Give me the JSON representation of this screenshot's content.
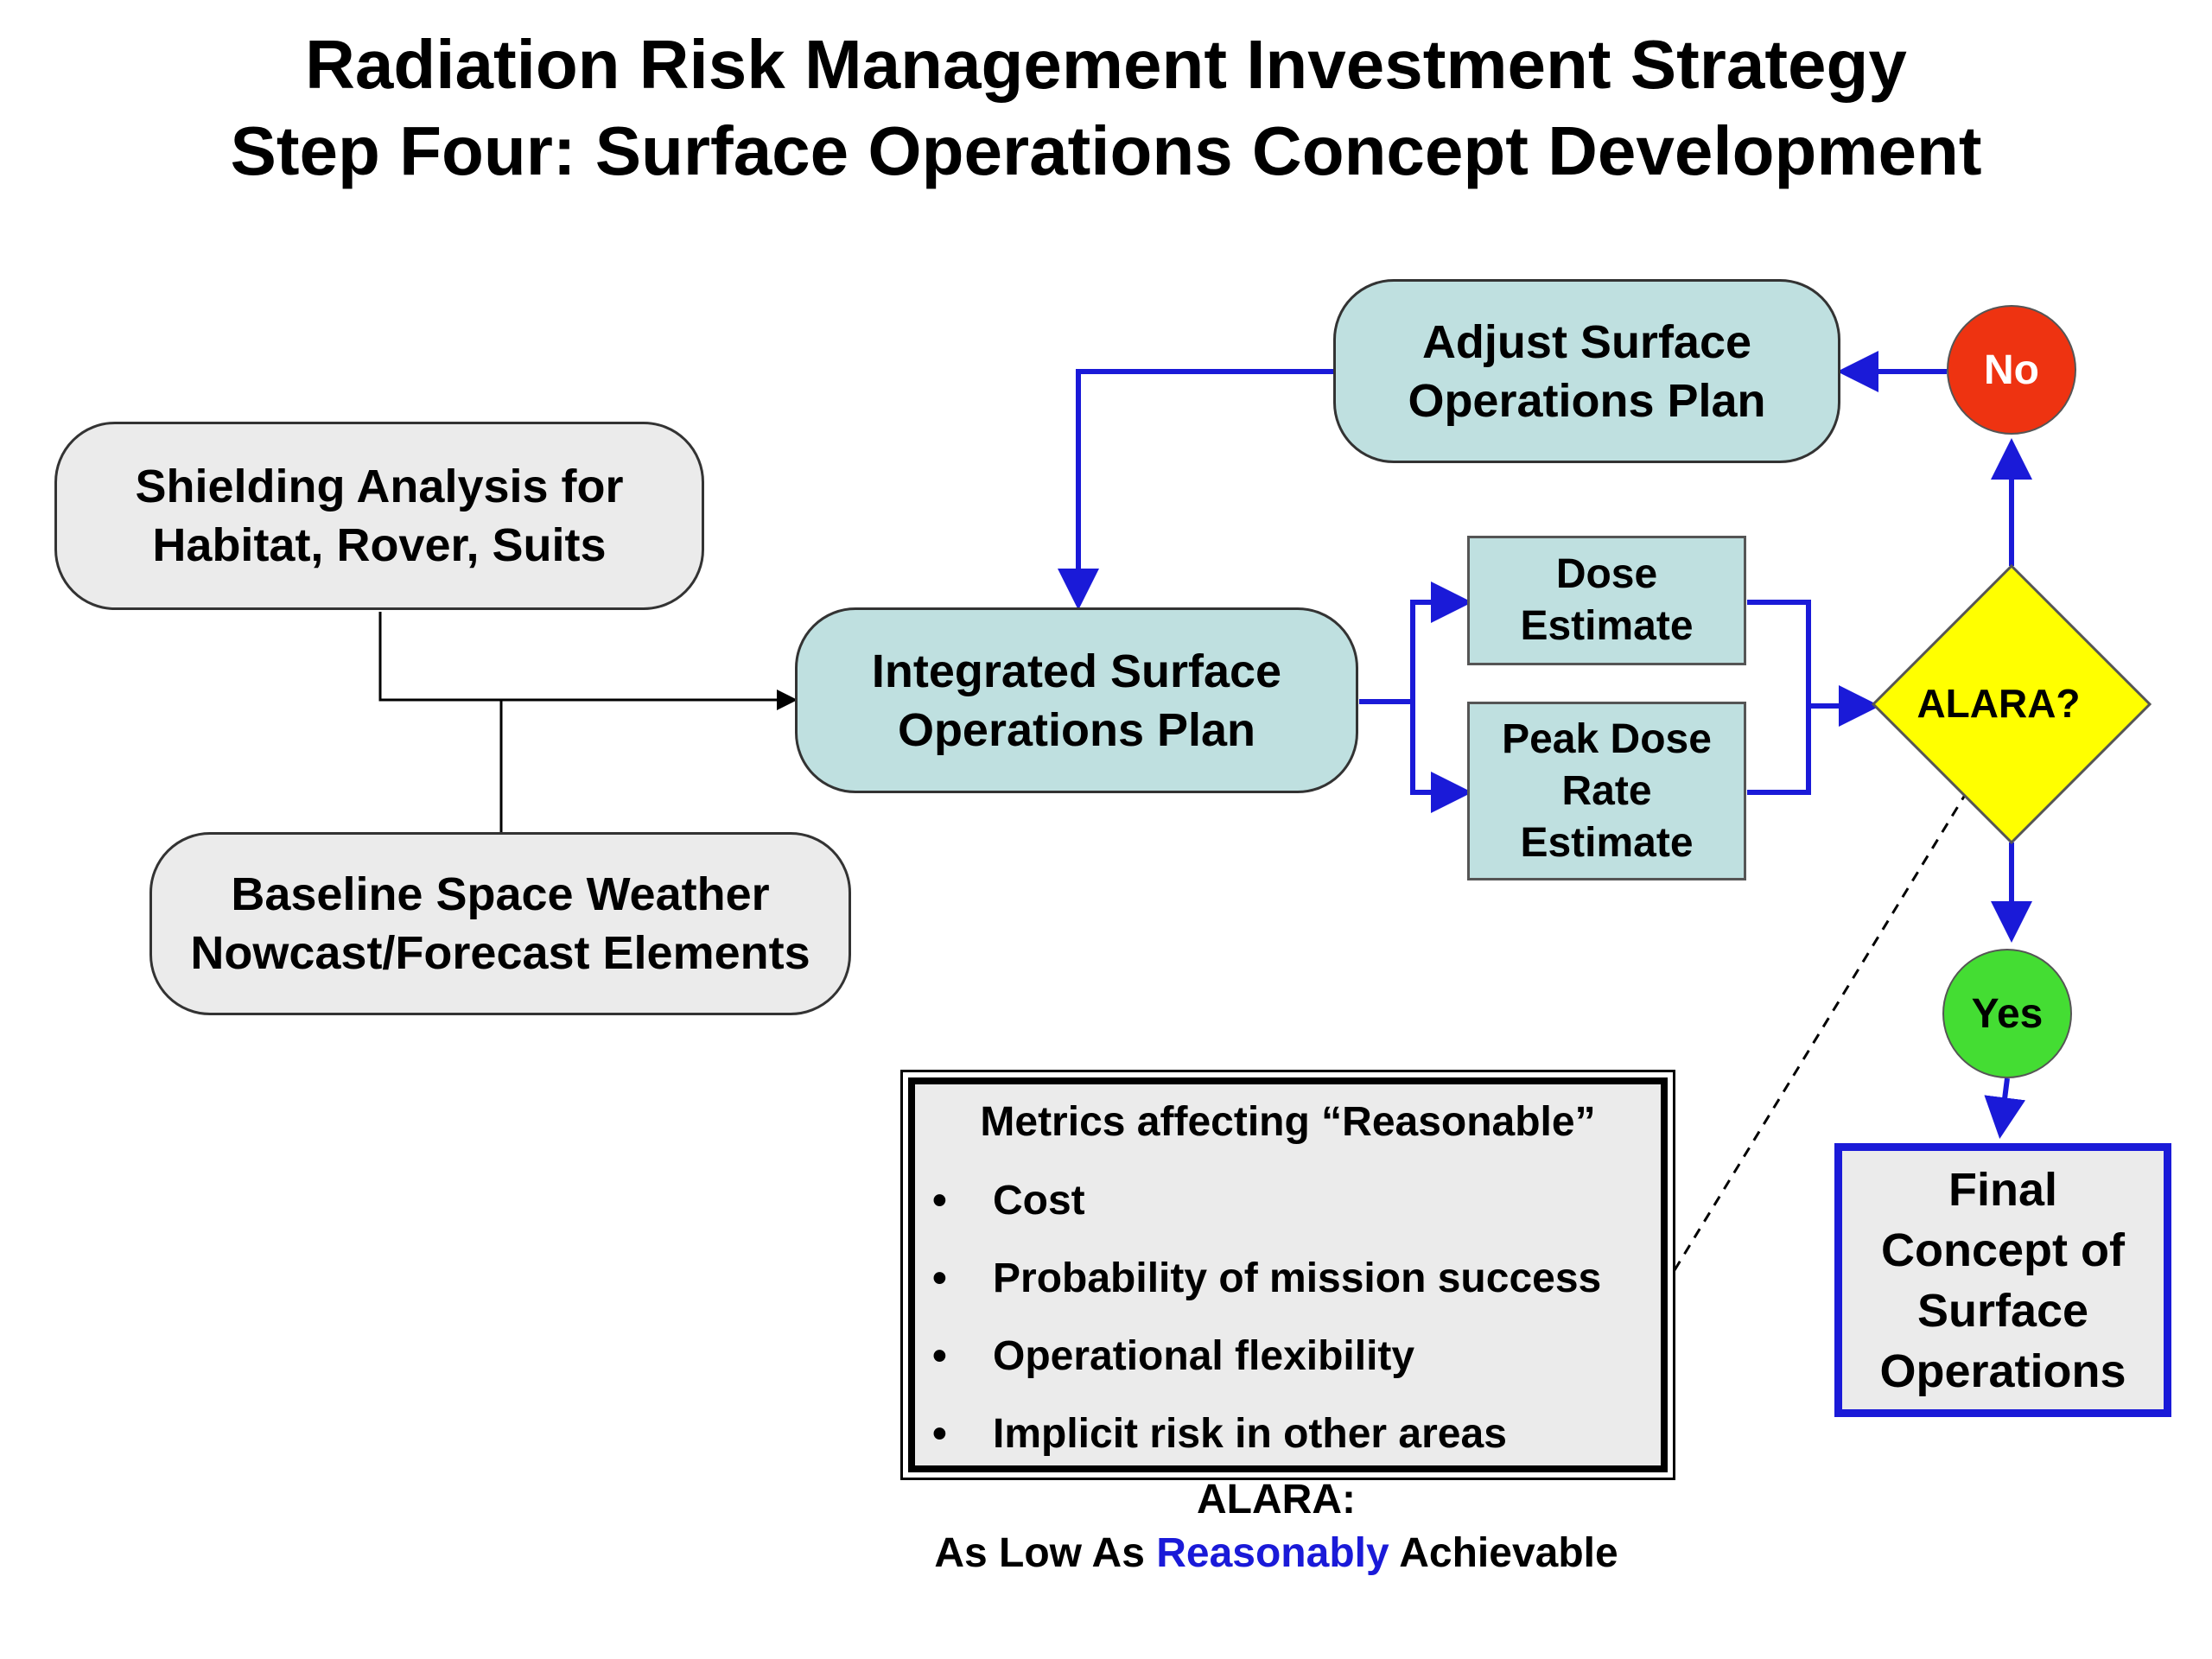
{
  "title": {
    "line1": "Radiation Risk Management Investment Strategy",
    "line2": "Step Four: Surface Operations Concept Development"
  },
  "nodes": {
    "shielding": "Shielding Analysis for\nHabitat, Rover, Suits",
    "baseline": "Baseline Space Weather\nNowcast/Forecast Elements",
    "integrated": "Integrated Surface\nOperations Plan",
    "adjust": "Adjust Surface\nOperations Plan",
    "dose": "Dose\nEstimate",
    "peak": "Peak Dose\nRate\nEstimate",
    "alara": "ALARA?",
    "no": "No",
    "yes": "Yes",
    "final": "Final\nConcept of\nSurface\nOperations"
  },
  "metrics": {
    "title": "Metrics affecting “Reasonable”",
    "items": [
      "Cost",
      "Probability of mission success",
      "Operational flexibility",
      "Implicit risk in other areas"
    ]
  },
  "footnote": {
    "line1": "ALARA:",
    "part1": "As Low As ",
    "part2": "Reasonably",
    "part3": " Achievable"
  },
  "colors": {
    "arrow_blue": "#1a1ad8",
    "teal_fill": "#bfe0e0",
    "gray_fill": "#ebebeb",
    "diamond_fill": "#ffff00",
    "no_fill": "#ee3311",
    "yes_fill": "#44dd33"
  }
}
